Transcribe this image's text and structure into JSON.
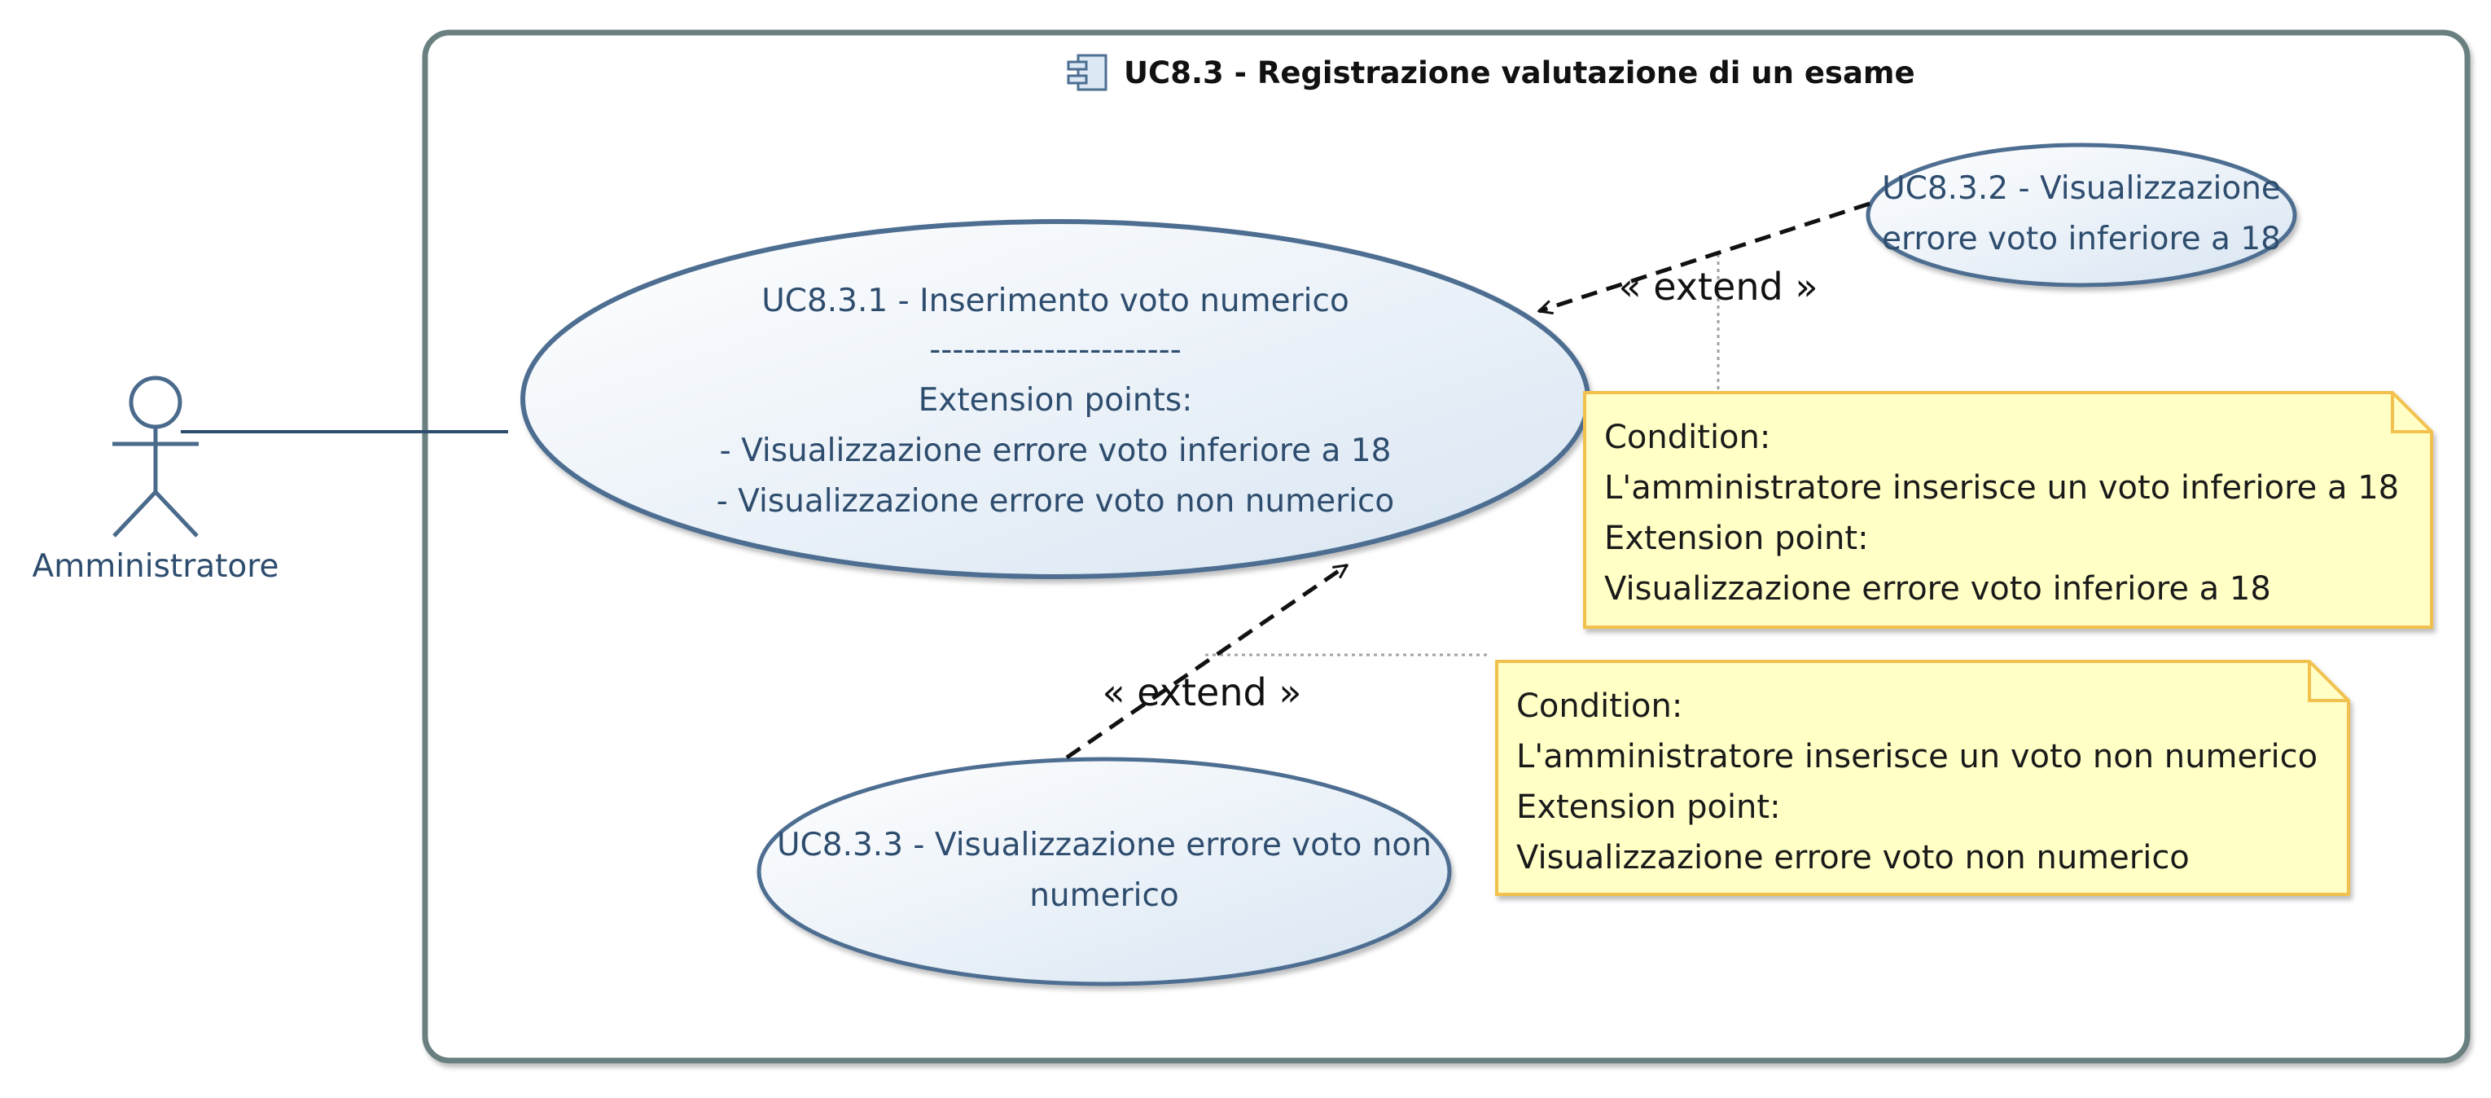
{
  "system": {
    "title": "UC8.3 - Registrazione valutazione di un esame"
  },
  "actor": {
    "label": "Amministratore"
  },
  "use_cases": {
    "uc831": {
      "title": "UC8.3.1 - Inserimento voto numerico",
      "separator": "----------------------",
      "ext_header": "Extension points:",
      "ext_point_1": "- Visualizzazione errore voto inferiore a 18",
      "ext_point_2": "- Visualizzazione errore voto non numerico"
    },
    "uc832": {
      "line1": "UC8.3.2 - Visualizzazione",
      "line2": "errore voto inferiore a 18"
    },
    "uc833": {
      "line1": "UC8.3.3 - Visualizzazione errore voto non",
      "line2": "numerico"
    }
  },
  "relations": {
    "extend_1": "« extend »",
    "extend_2": "« extend »"
  },
  "notes": {
    "note1": {
      "line1": "Condition:",
      "line2": "L'amministratore inserisce un voto inferiore a 18",
      "line3": "Extension point:",
      "line4": "Visualizzazione errore voto inferiore a 18"
    },
    "note2": {
      "line1": "Condition:",
      "line2": "L'amministratore inserisce un voto non numerico",
      "line3": "Extension point:",
      "line4": "Visualizzazione errore voto non numerico"
    }
  },
  "colors": {
    "boundary_stroke": "#6b8080",
    "usecase_stroke": "#4d6e91",
    "usecase_fill_top": "#ffffff",
    "usecase_fill_bottom": "#dce8f3",
    "note_fill": "#ffffc6",
    "note_stroke": "#f2c14e",
    "actor_stroke": "#4a6a8c",
    "text_blue": "#2e4d6e"
  }
}
